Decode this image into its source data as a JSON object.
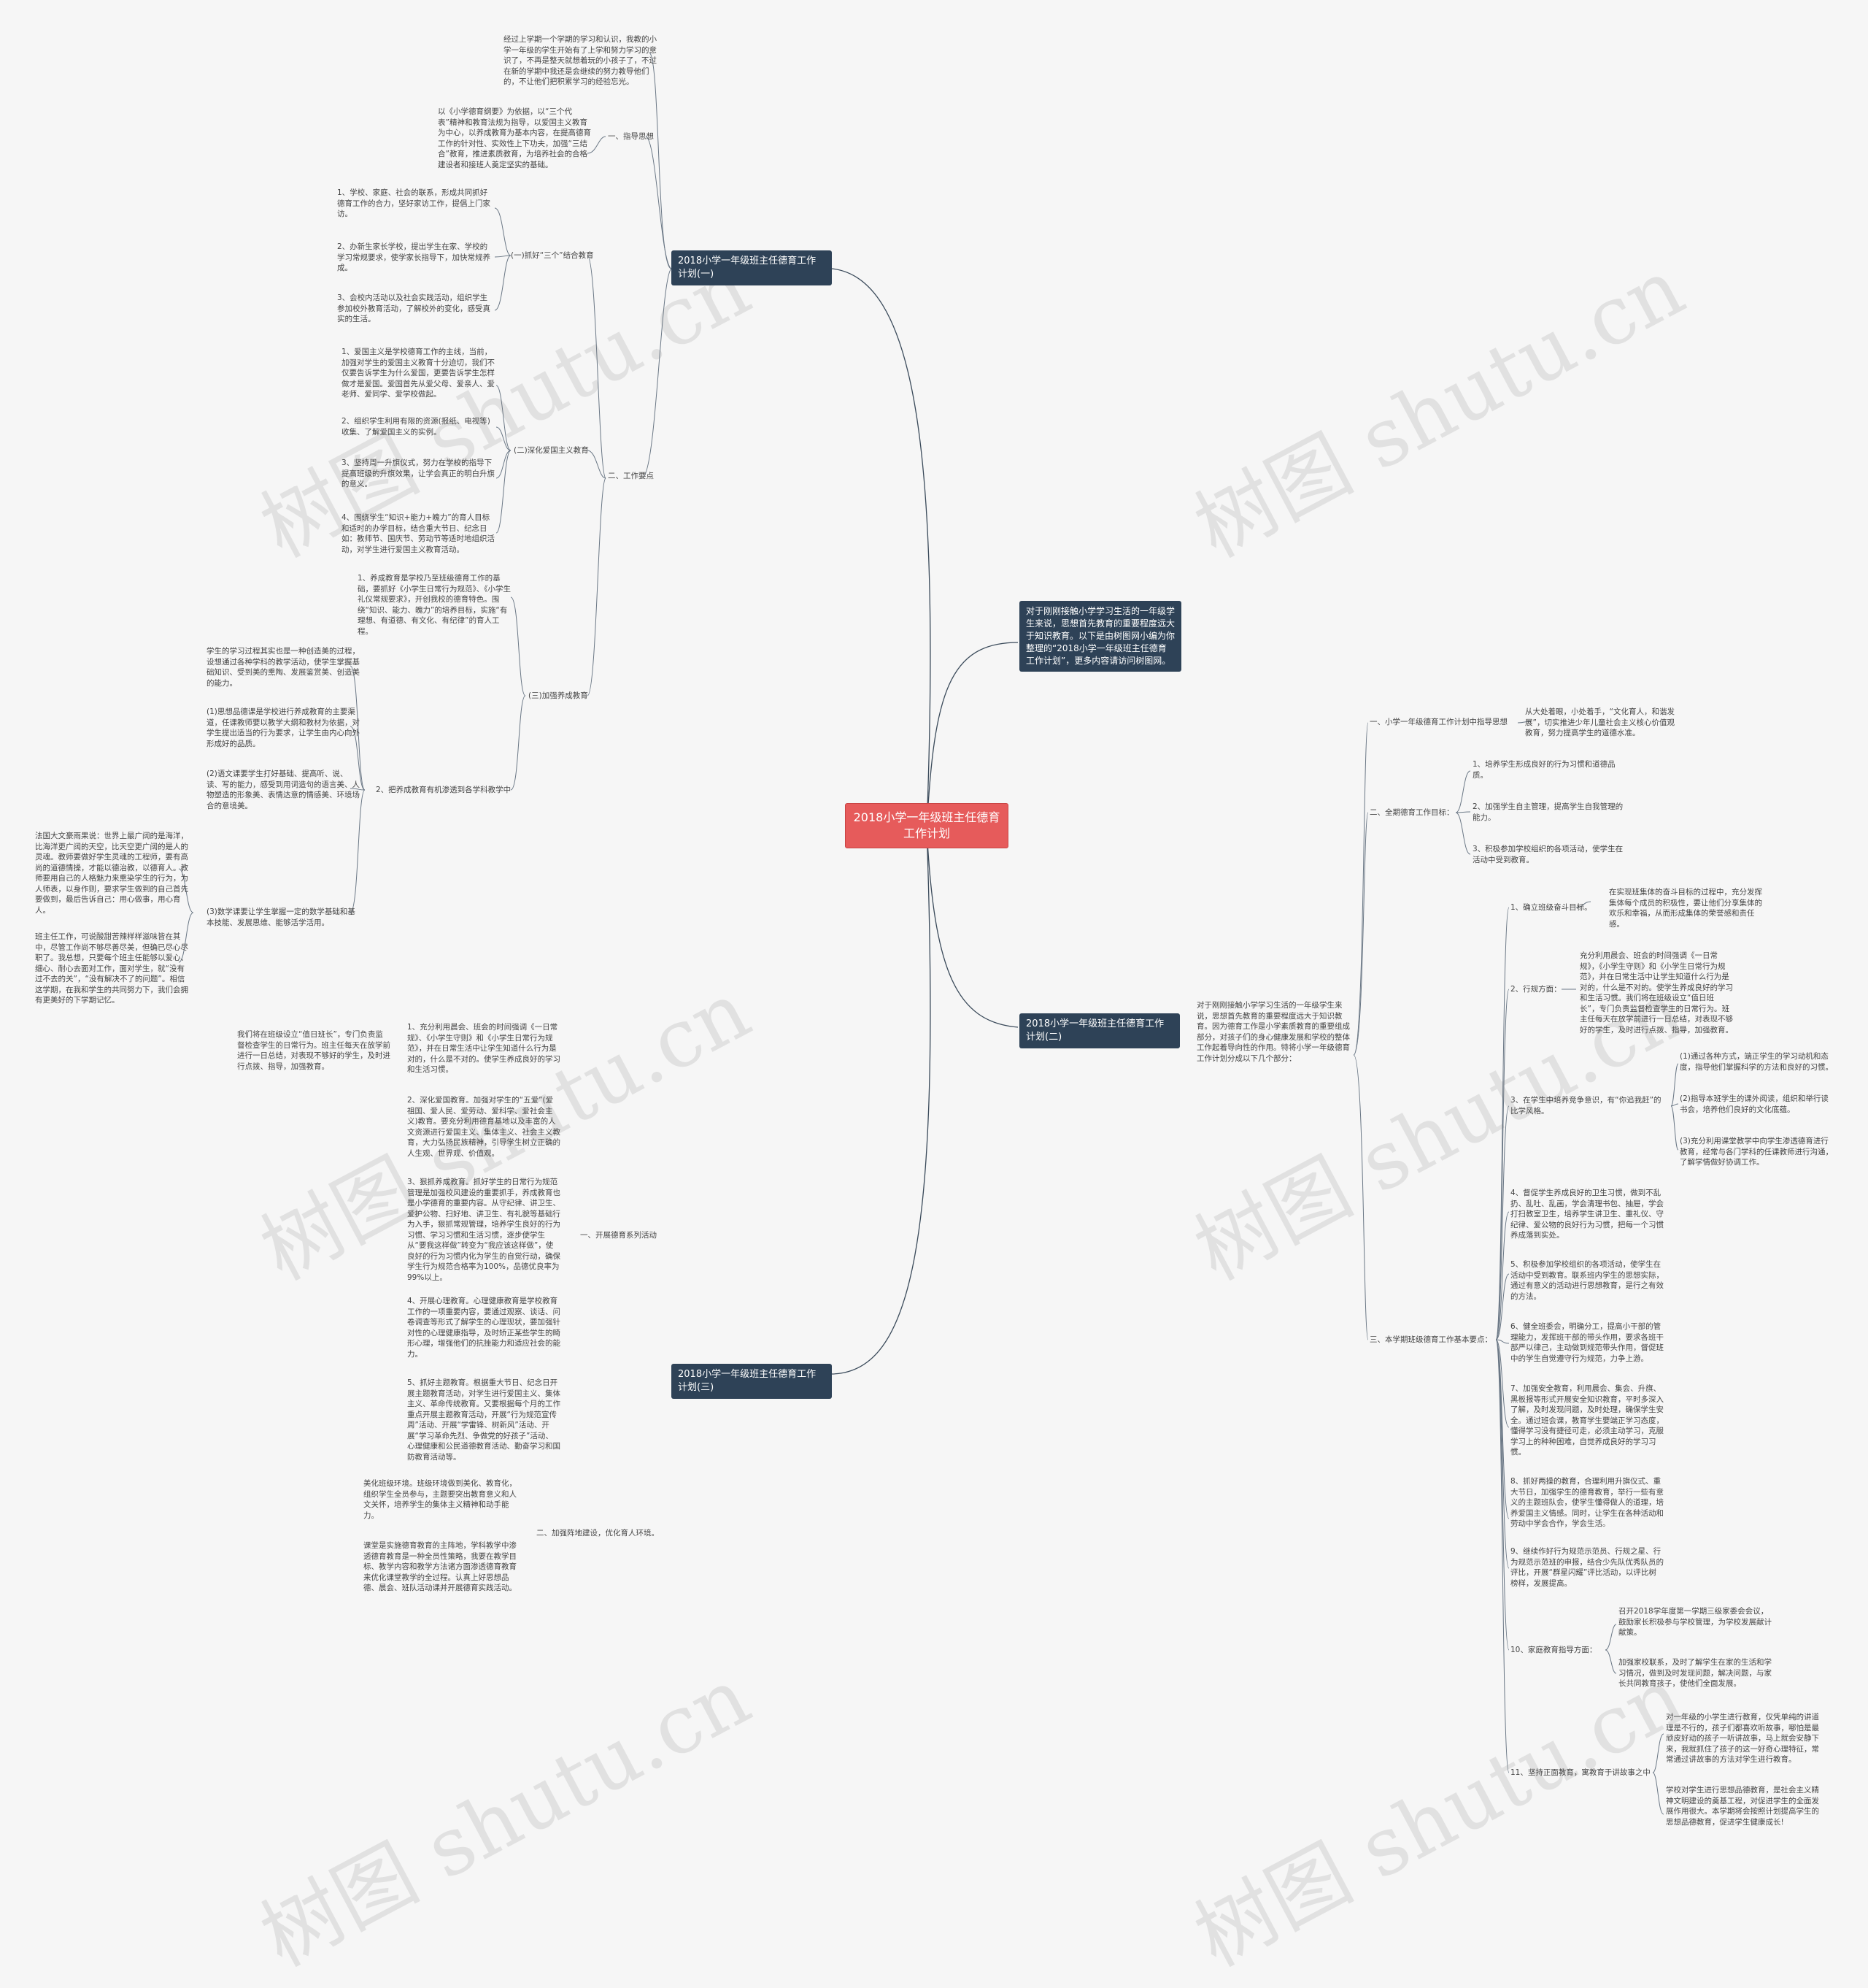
{
  "root": "2018小学一年级班主任德育工作计划",
  "intro": "对于刚刚接触小学学习生活的一年级学生来说，思想首先教育的重要程度远大于知识教育。以下是由树图网小编为你整理的“2018小学一年级班主任德育工作计划”，更多内容请访问树图网。",
  "watermark": "树图 shutu.cn",
  "plan1": {
    "title": "2018小学一年级班主任德育工作计划(一)",
    "intro_text": "经过上学期一个学期的学习和认识，我教的小学一年级的学生开始有了上学和努力学习的意识了，不再是整天就想着玩的小孩子了，不过在新的学期中我还是会继续的努力教导他们的，不让他们把积累学习的经验忘光。",
    "s1_label": "一、指导思想",
    "s1_text": "以《小学德育纲要》为依据，以“三个代表”精神和教育法规为指导，以爱国主义教育为中心，以养成教育为基本内容，在提高德育工作的针对性、实效性上下功夫，加强“三结合”教育，推进素质教育，为培养社会的合格建设者和接班人奠定坚实的基础。",
    "s2_label": "二、工作要点",
    "g1_label": "(一)抓好“三个”结合教育",
    "g1_items": [
      "1、学校、家庭、社会的联系，形成共同抓好德育工作的合力，坚好家访工作，提倡上门家访。",
      "2、办新生家长学校，提出学生在家、学校的学习常规要求，使学家长指导下，加快常规养成。",
      "3、会校内活动以及社会实践活动，组织学生参加校外教育活动，了解校外的变化，感受真实的生活。"
    ],
    "g2_label": "(二)深化爱国主义教育",
    "g2_items": [
      "1、爱国主义是学校德育工作的主线，当前，加强对学生的爱国主义教育十分迫切，我们不仅要告诉学生为什么爱国，更要告诉学生怎样做才是爱国。爱国首先从爱父母、爱亲人、爱老师、爱同学、爱学校做起。",
      "2、组织学生利用有限的资源(报纸、电视等)收集、了解爱国主义的实例。",
      "3、坚持周一升旗仪式，努力在学校的指导下提高班级的升旗效果，让学会真正的明白升旗的意义。",
      "4、围绕学生“知识+能力+魄力”的育人目标和适时的办学目标，结合重大节日、纪念日如：教师节、国庆节、劳动节等适时地组织活动，对学生进行爱国主义教育活动。"
    ],
    "g3_label": "(三)加强养成教育",
    "g3_item1": "1、养成教育是学校乃至班级德育工作的基础，要抓好《小学生日常行为规范》、《小学生礼仪常规要求》，开创我校的德育特色。围绕“知识、能力、魄力”的培养目标，实施“有理想、有道德、有文化、有纪律”的育人工程。",
    "g3_item2_label": "2、把养成教育有机渗透到各学科教学中",
    "g3_sub": [
      "学生的学习过程其实也是一种创造美的过程，设想通过各种学科的教学活动，使学生掌握基础知识、受到美的熏陶、发展鉴赏美、创造美的能力。",
      "(1)思想品德课是学校进行养成教育的主要渠道，任课教师要以教学大纲和教材为依据，对学生提出适当的行为要求，让学生由内心向外形成好的品质。",
      "(2)语文课要学生打好基础、提高听、说、读、写的能力，感受到用词造句的语言美、人物塑造的形象美、表情达意的情感美、环境场合的意境美。",
      "(3)数学课要让学生掌握一定的数学基础和基本技能、发展思维、能够活学活用。"
    ],
    "g3_sub3_a": "法国大文豪雨果说：世界上最广阔的是海洋，比海洋更广阔的天空，比天空更广阔的是人的灵魂。教师要做好学生灵魂的工程师，要有高尚的道德情操，才能以德治教，以德育人。教师要用自己的人格魅力来熏染学生的行为，为人师表，以身作则，要求学生做到的自己首先要做到，最后告诉自己：用心做事，用心育人。",
    "g3_sub3_b": "班主任工作，可说酸甜苦辣样样滋味皆在其中，尽管工作尚不够尽善尽美，但确已尽心尽职了。我总想，只要每个班主任能够以爱心、细心、耐心去面对工作，面对学生，就“没有过不去的关”，“没有解决不了的问题”。相信这学期，在我和学生的共同努力下，我们会拥有更美好的下学期记忆。"
  },
  "plan2": {
    "title": "2018小学一年级班主任德育工作计划(二)",
    "intro_text": "对于刚刚接触小学学习生活的一年级学生来说，思想首先教育的重要程度远大于知识教育。因为德育工作是小学素质教育的重要组成部分，对孩子们的身心健康发展和学校的整体工作起着导向性的作用。特将小学一年级德育工作计划分成以下几个部分：",
    "s1_label": "一、小学一年级德育工作计划中指导思想",
    "s1_text": "从大处着眼，小处着手，“文化育人，和谐发展”，切实推进少年儿童社会主义核心价值观教育，努力提高学生的道德水准。",
    "s2_label": "二、全期德育工作目标：",
    "s2_items": [
      "1、培养学生形成良好的行为习惯和道德品质。",
      "2、加强学生自主管理，提高学生自我管理的能力。",
      "3、积极参加学校组织的各项活动，使学生在活动中受到教育。"
    ],
    "s3_label": "三、本学期班级德育工作基本要点：",
    "p1_label": "1、确立班级奋斗目标。",
    "p1_text": "在实现班集体的奋斗目标的过程中，充分发挥集体每个成员的积极性，要让他们分享集体的欢乐和幸福，从而形成集体的荣誉感和责任感。",
    "p2_label": "2、行规方面：",
    "p2_text": "充分利用晨会、班会的时间强调《一日常规》，《小学生守则》和《小学生日常行为规范》，并在日常生活中让学生知道什么行为是对的，什么是不对的。使学生养成良好的学习和生活习惯。我们将在班级设立“值日班长”，专门负责监督检查学生的日常行为。班主任每天在放学前进行一日总结，对表现不够好的学生，及时进行点拨、指导，加强教育。",
    "p3_label": "3、在学生中培养竞争意识，有“你追我赶”的比学风格。",
    "p3_items": [
      "(1)通过各种方式，端正学生的学习动机和态度，指导他们掌握科学的方法和良好的习惯。",
      "(2)指导本班学生的课外阅读，组织和举行读书会，培养他们良好的文化底蕴。",
      "(3)充分利用课堂教学中向学生渗透德育进行教育，经常与各门学科的任课教师进行沟通，了解学情做好协调工作。"
    ],
    "p4": "4、督促学生养成良好的卫生习惯，做到不乱扔、乱吐、乱画，学会清理书包、抽屉，学会打扫教室卫生，培养学生讲卫生、重礼仪、守纪律、爱公物的良好行为习惯，把每一个习惯养成落到实处。",
    "p5": "5、积极参加学校组织的各项活动，使学生在活动中受到教育。联系班内学生的思想实际，通过有意义的活动进行思想教育，是行之有效的方法。",
    "p6": "6、健全班委会，明确分工，提高小干部的管理能力，发挥班干部的带头作用，要求各班干部严以律己，主动做到规范带头作用，督促班中的学生自觉遵守行为规范，力争上游。",
    "p7": "7、加强安全教育，利用晨会、集会、升旗、黑板报等形式开展安全知识教育，平时多深入了解，及时发现问题，及时处理，确保学生安全。通过班会课，教育学生要端正学习态度，懂得学习没有捷径可走，必须主动学习，克服学习上的种种困难，自觉养成良好的学习习惯。",
    "p8": "8、抓好两操的教育，合理利用升旗仪式、重大节日，加强学生的德育教育，举行一些有意义的主题班队会，使学生懂得做人的道理，培养爱国主义情感。同时，让学生在各种活动和劳动中学会合作，学会生活。",
    "p9": "9、继续作好行为规范示范员、行规之星、行为规范示范班的申报，结合少先队优秀队员的评比，开展“群星闪耀”评比活动，以评比树榜样，发展提高。",
    "p10_label": "10、家庭教育指导方面：",
    "p10_items": [
      "召开2018学年度第一学期三级家委会会议，鼓励家长积极参与学校管理，为学校发展献计献策。",
      "加强家校联系，及时了解学生在家的生活和学习情况，做到及时发现问题，解决问题，与家长共同教育孩子，使他们全面发展。"
    ],
    "p11_label": "11、坚持正面教育，寓教育于讲故事之中",
    "p11_items": [
      "对一年级的小学生进行教育，仅凭单纯的讲道理是不行的，孩子们都喜欢听故事，哪怕是最顽皮好动的孩子一听讲故事，马上就会安静下来，我就抓住了孩子的这一好奇心理特征，常常通过讲故事的方法对学生进行教育。",
      "学校对学生进行思想品德教育，是社会主义精神文明建设的奠基工程，对促进学生的全面发展作用很大。本学期将会按照计划提高学生的思想品德教育，促进学生健康成长!"
    ]
  },
  "plan3": {
    "title": "2018小学一年级班主任德育工作计划(三)",
    "s1_label": "一、开展德育系列活动",
    "items": [
      "1、充分利用晨会、班会的时间强调《一日常规》、《小学生守则》和《小学生日常行为规范》，并在日常生活中让学生知道什么行为是对的，什么是不对的。使学生养成良好的学习和生活习惯。",
      "2、深化爱国教育。加强对学生的“五爱”(爱祖国、爱人民、爱劳动、爱科学、爱社会主义)教育。要充分利用德育基地以及丰富的人文资源进行爱国主义、集体主义、社会主义教育，大力弘扬民族精神，引导学生树立正确的人生观、世界观、价值观。",
      "3、狠抓养成教育。抓好学生的日常行为规范管理是加强校风建设的重要抓手，养成教育也是小学德育的重要内容。从守纪律、讲卫生、爱护公物、扫好地、讲卫生、有礼貌等基础行为入手，狠抓常规管理，培养学生良好的行为习惯、学习习惯和生活习惯，逐步使学生从“要我这样做”转变为“我应该这样做”，使良好的行为习惯内化为学生的自觉行动，确保学生行为规范合格率为100%，品德优良率为99%以上。",
      "4、开展心理教育。心理健康教育是学校教育工作的一项重要内容，要通过观察、谈话、问卷调查等形式了解学生的心理现状，要加强针对性的心理健康指导，及时矫正某些学生的畸形心理，增强他们的抗挫能力和适应社会的能力。",
      "5、抓好主题教育。根据重大节日、纪念日开展主题教育活动，对学生进行爱国主义、集体主义、革命传统教育。又要根据每个月的工作重点开展主题教育活动，开展“行为规范宣传周”活动、开展“学雷锋、树新风”活动、开展“学习革命先烈、争做党的好孩子”活动、心理健康和公民道德教育活动、勤奋学习和国防教育活动等。"
    ],
    "item1_note": "我们将在班级设立“值日班长”，专门负责监督检查学生的日常行为。班主任每天在放学前进行一日总结，对表现不够好的学生，及时进行点拨、指导，加强教育。",
    "s2_label": "二、加强阵地建设，优化育人环境。",
    "s2_items": [
      "美化班级环境。班级环境做到美化、教育化，组织学生全员参与，主题要突出教育意义和人文关怀，培养学生的集体主义精神和动手能力。",
      "课堂是实施德育教育的主阵地，学科教学中渗透德育教育是一种全员性策略，我要在教学目标、教学内容和教学方法诸方面渗透德育教育来优化课堂教学的全过程。认真上好思想品德、晨会、班队活动课并开展德育实践活动。"
    ]
  }
}
